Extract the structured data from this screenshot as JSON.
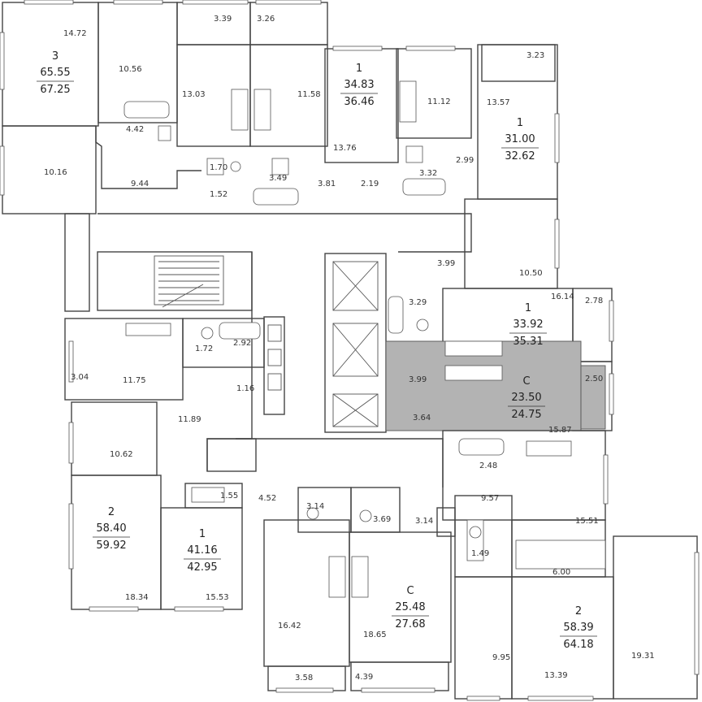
{
  "apartments": [
    {
      "id": "a1",
      "rooms": "3",
      "living": "65.55",
      "total": "67.25"
    },
    {
      "id": "a2",
      "rooms": "1",
      "living": "34.83",
      "total": "36.46"
    },
    {
      "id": "a3",
      "rooms": "1",
      "living": "31.00",
      "total": "32.62"
    },
    {
      "id": "a4",
      "rooms": "1",
      "living": "33.92",
      "total": "35.31"
    },
    {
      "id": "a5",
      "rooms": "C",
      "living": "23.50",
      "total": "24.75"
    },
    {
      "id": "a6",
      "rooms": "2",
      "living": "58.40",
      "total": "59.92"
    },
    {
      "id": "a7",
      "rooms": "1",
      "living": "41.16",
      "total": "42.95"
    },
    {
      "id": "a8",
      "rooms": "C",
      "living": "25.48",
      "total": "27.68"
    },
    {
      "id": "a9",
      "rooms": "2",
      "living": "58.39",
      "total": "64.18"
    }
  ],
  "room_areas": [
    "14.72",
    "10.56",
    "13.03",
    "3.39",
    "3.26",
    "11.58",
    "11.12",
    "3.23",
    "13.57",
    "4.42",
    "10.16",
    "9.44",
    "1.70",
    "1.52",
    "3.49",
    "3.81",
    "13.76",
    "2.19",
    "3.32",
    "2.99",
    "3.99",
    "10.50",
    "3.29",
    "16.14",
    "2.78",
    "3.99",
    "2.50",
    "3.64",
    "15.87",
    "3.04",
    "11.75",
    "1.72",
    "2.92",
    "1.16",
    "11.89",
    "10.62",
    "2.48",
    "9.57",
    "15.51",
    "1.55",
    "4.52",
    "3.14",
    "3.69",
    "3.14",
    "1.49",
    "6.00",
    "18.34",
    "15.53",
    "16.42",
    "18.65",
    "9.95",
    "13.39",
    "19.31",
    "3.58",
    "4.39"
  ]
}
